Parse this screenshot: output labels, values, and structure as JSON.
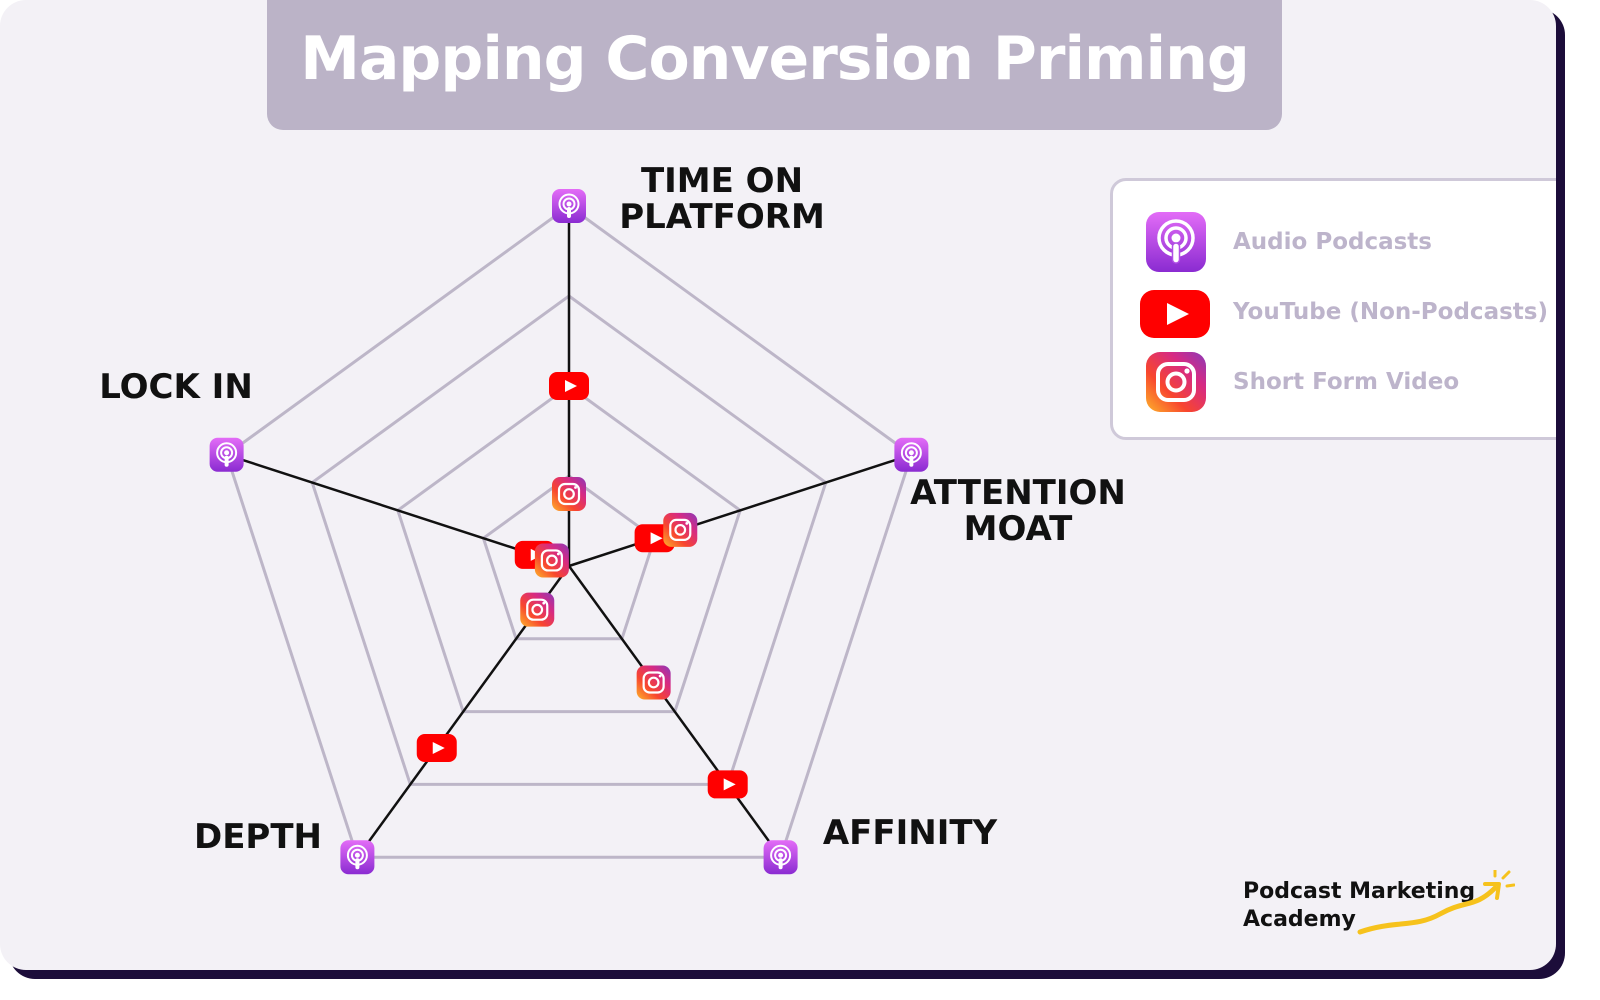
{
  "title": "Mapping Conversion Priming",
  "chart_data": {
    "type": "radar",
    "axes": [
      "TIME ON PLATFORM",
      "ATTENTION MOAT",
      "AFFINITY",
      "DEPTH",
      "LOCK IN"
    ],
    "rmax": 4,
    "grid_levels": 4,
    "series": [
      {
        "name": "Audio Podcasts",
        "icon": "podcast-icon",
        "color": "#a33fe0",
        "values": [
          4,
          4,
          4,
          4,
          4
        ]
      },
      {
        "name": "YouTube (Non-Podcasts)",
        "icon": "youtube-icon",
        "color": "#ff0000",
        "values": [
          2,
          1,
          3,
          2.5,
          0.4
        ]
      },
      {
        "name": "Short Form Video",
        "icon": "instagram-icon",
        "color": "#e1306c",
        "values": [
          0.8,
          1.3,
          1.6,
          0.6,
          0.2
        ]
      }
    ],
    "lines": "Audio Podcasts"
  },
  "legend": [
    {
      "label": "Audio Podcasts",
      "icon": "podcast-icon"
    },
    {
      "label": "YouTube (Non-Podcasts)",
      "icon": "youtube-icon"
    },
    {
      "label": "Short Form Video",
      "icon": "instagram-icon"
    }
  ],
  "axis_labels": [
    [
      "TIME ON",
      "PLATFORM"
    ],
    [
      "ATTENTION",
      "MOAT"
    ],
    [
      "AFFINITY"
    ],
    [
      "DEPTH"
    ],
    [
      "LOCK IN"
    ]
  ],
  "brand": {
    "line1": "Podcast Marketing",
    "line2": "Academy"
  },
  "colors": {
    "grid": "#bdb6c8",
    "spoke": "#111111",
    "title_bar": "#bbb3c7",
    "background": "#f3f1f6"
  }
}
